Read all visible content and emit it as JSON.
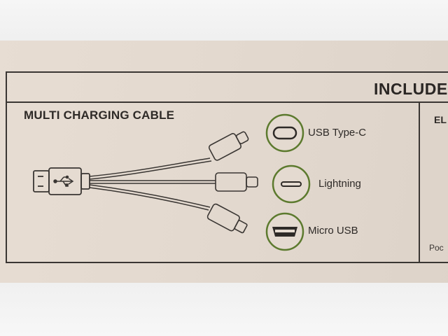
{
  "header": {
    "title": "INCLUDE"
  },
  "section": {
    "title": "MULTI CHARGING CABLE"
  },
  "ports": [
    {
      "label": "USB Type-C",
      "icon": "usb-type-c-icon"
    },
    {
      "label": "Lightning",
      "icon": "lightning-icon"
    },
    {
      "label": "Micro USB",
      "icon": "micro-usb-icon"
    }
  ],
  "side_column": {
    "title": "EL",
    "text": "Poc"
  },
  "colors": {
    "box": "#e3d9cf",
    "ink": "#3a3633",
    "accent_green": "#5c7a2e",
    "background": "#f4f4f4"
  }
}
